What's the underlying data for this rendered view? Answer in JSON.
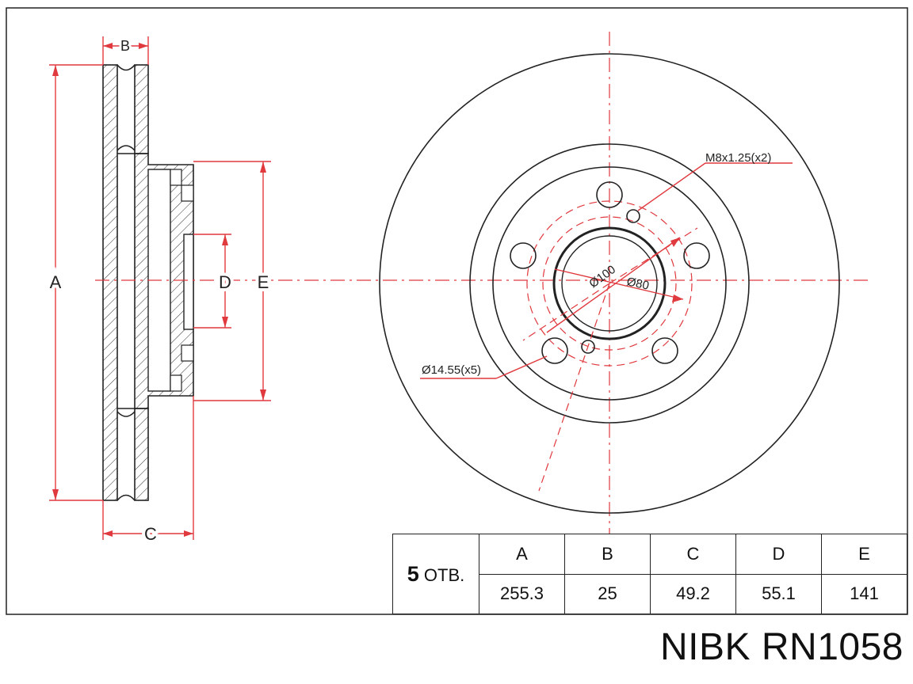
{
  "labels": {
    "A": "A",
    "B": "B",
    "C": "C",
    "D": "D",
    "E": "E"
  },
  "callouts": {
    "thread": "M8x1.25(x2)",
    "pcd": "Ø100",
    "center_bore": "Ø80",
    "bolt_hole": "Ø14.55(x5)"
  },
  "table": {
    "holes_number": "5",
    "holes_suffix": "ОТВ.",
    "headers": [
      "A",
      "B",
      "C",
      "D",
      "E"
    ],
    "values": [
      "255.3",
      "25",
      "49.2",
      "55.1",
      "141"
    ]
  },
  "title": "NIBK RN1058",
  "colors": {
    "dimension": "#e0393e",
    "outline": "#222222"
  }
}
